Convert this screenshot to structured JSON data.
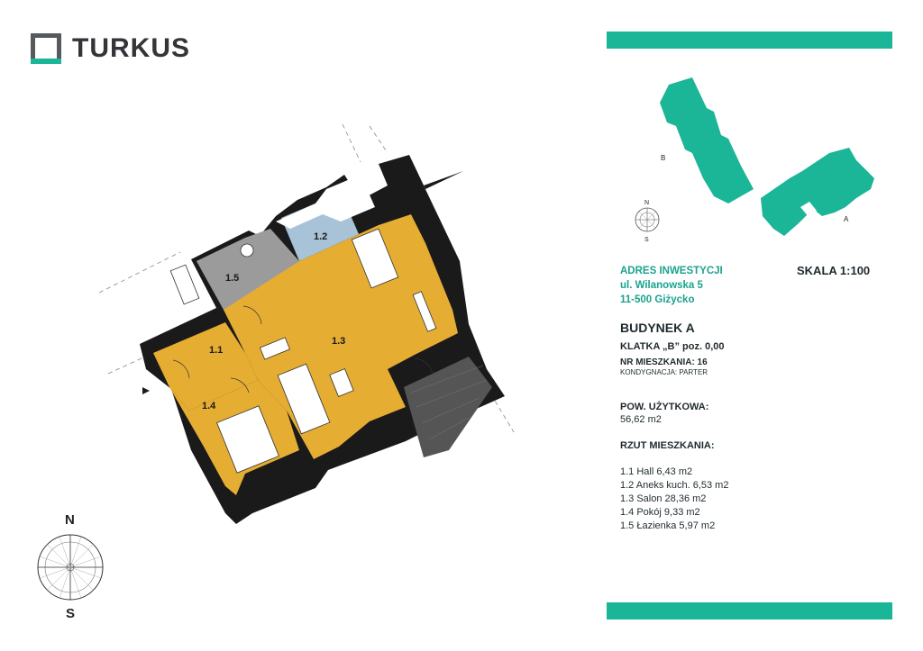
{
  "brand": {
    "name": "TURKUS",
    "accent": "#1bb597"
  },
  "address": {
    "heading": "ADRES INWESTYCJI",
    "street": "ul. Wilanowska 5",
    "city": "11-500 Giżycko"
  },
  "scale": "SKALA 1:100",
  "building": "BUDYNEK A",
  "staircase": "KLATKA „B” poz. 0,00",
  "apartment_no": "NR MIESZKANIA: 16",
  "storey": "KONDYGNACJA: PARTER",
  "usable_area": {
    "label": "POW. UŻYTKOWA:",
    "value": "56,62 m2"
  },
  "layout_heading": "RZUT MIESZKANIA:",
  "rooms": [
    "1.1 Hall 6,43 m2",
    "1.2 Aneks kuch. 6,53 m2",
    "1.3 Salon 28,36 m2",
    "1.4 Pokój 9,33 m2",
    "1.5 Łazienka 5,97  m2"
  ],
  "plan_labels": {
    "r11": "1.1",
    "r12": "1.2",
    "r13": "1.3",
    "r14": "1.4",
    "r15": "1.5"
  },
  "site_map": {
    "building_b": "B",
    "building_a": "A",
    "north": "N",
    "south": "S"
  },
  "compass": {
    "north": "N",
    "south": "S"
  },
  "colors": {
    "floor_living": "#e6ad33",
    "floor_kitchen": "#a8c2d8",
    "floor_bath": "#9b9b9b",
    "wall": "#1a1a1a",
    "balcony": "#555555",
    "teal": "#1bb597"
  },
  "icons": [
    "logo-square-icon",
    "compass-icon",
    "north-arrow-icon",
    "entrance-marker-icon"
  ]
}
